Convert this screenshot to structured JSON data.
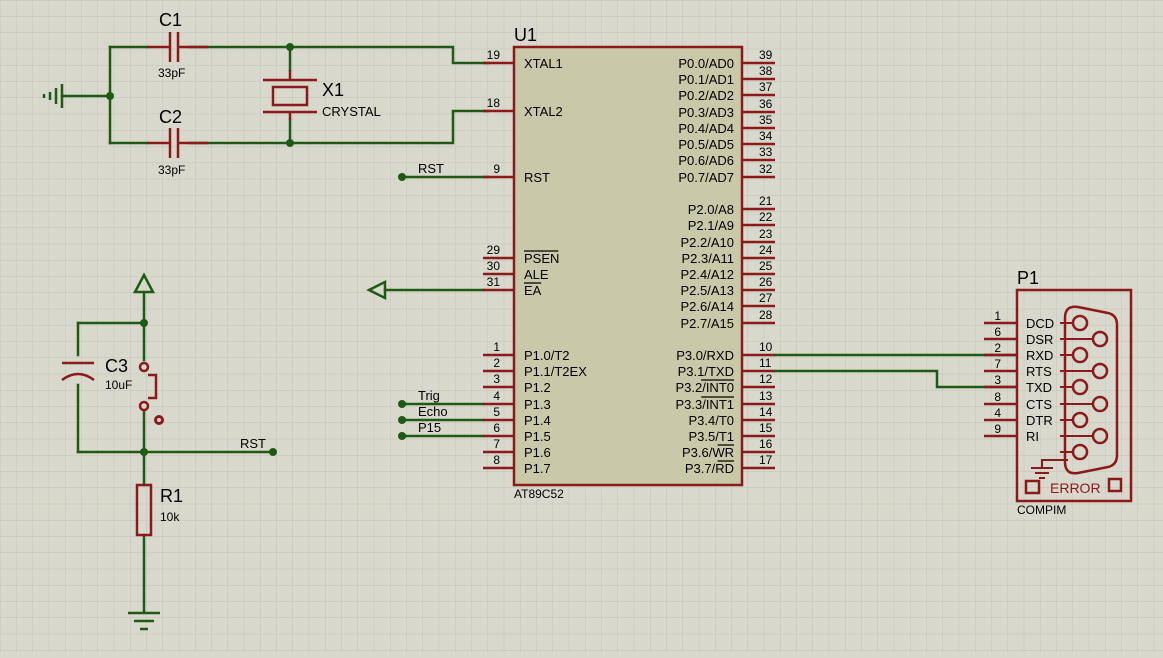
{
  "colors": {
    "background": "#d8d8cc",
    "grid": "#c4c4b6",
    "wire": "#1e5a16",
    "component": "#8b1a1a",
    "chip_fill": "#c9c9aa"
  },
  "c1": {
    "ref": "C1",
    "value": "33pF"
  },
  "c2": {
    "ref": "C2",
    "value": "33pF"
  },
  "x1": {
    "ref": "X1",
    "value": "CRYSTAL"
  },
  "u1": {
    "ref": "U1",
    "part": "AT89C52",
    "left_pins": [
      {
        "num": "19",
        "name": "XTAL1"
      },
      {
        "num": "18",
        "name": "XTAL2"
      },
      {
        "num": "9",
        "name": "RST"
      },
      {
        "num": "29",
        "name": "PSEN"
      },
      {
        "num": "30",
        "name": "ALE"
      },
      {
        "num": "31",
        "name": "EA"
      },
      {
        "num": "1",
        "name": "P1.0/T2"
      },
      {
        "num": "2",
        "name": "P1.1/T2EX"
      },
      {
        "num": "3",
        "name": "P1.2"
      },
      {
        "num": "4",
        "name": "P1.3"
      },
      {
        "num": "5",
        "name": "P1.4"
      },
      {
        "num": "6",
        "name": "P1.5"
      },
      {
        "num": "7",
        "name": "P1.6"
      },
      {
        "num": "8",
        "name": "P1.7"
      }
    ],
    "right_pins": [
      {
        "num": "39",
        "name": "P0.0/AD0"
      },
      {
        "num": "38",
        "name": "P0.1/AD1"
      },
      {
        "num": "37",
        "name": "P0.2/AD2"
      },
      {
        "num": "36",
        "name": "P0.3/AD3"
      },
      {
        "num": "35",
        "name": "P0.4/AD4"
      },
      {
        "num": "34",
        "name": "P0.5/AD5"
      },
      {
        "num": "33",
        "name": "P0.6/AD6"
      },
      {
        "num": "32",
        "name": "P0.7/AD7"
      },
      {
        "num": "21",
        "name": "P2.0/A8"
      },
      {
        "num": "22",
        "name": "P2.1/A9"
      },
      {
        "num": "23",
        "name": "P2.2/A10"
      },
      {
        "num": "24",
        "name": "P2.3/A11"
      },
      {
        "num": "25",
        "name": "P2.4/A12"
      },
      {
        "num": "26",
        "name": "P2.5/A13"
      },
      {
        "num": "27",
        "name": "P2.6/A14"
      },
      {
        "num": "28",
        "name": "P2.7/A15"
      },
      {
        "num": "10",
        "name": "P3.0/RXD"
      },
      {
        "num": "11",
        "name": "P3.1/TXD"
      },
      {
        "num": "12",
        "name": "P3.2/INT0"
      },
      {
        "num": "13",
        "name": "P3.3/INT1"
      },
      {
        "num": "14",
        "name": "P3.4/T0"
      },
      {
        "num": "15",
        "name": "P3.5/T1"
      },
      {
        "num": "16",
        "name": "P3.6/WR"
      },
      {
        "num": "17",
        "name": "P3.7/RD"
      }
    ]
  },
  "nets": {
    "rst_u1": "RST",
    "rst_reset": "RST",
    "trig": "Trig",
    "echo": "Echo",
    "p15": "P15"
  },
  "c3": {
    "ref": "C3",
    "value": "10uF"
  },
  "r1": {
    "ref": "R1",
    "value": "10k"
  },
  "p1": {
    "ref": "P1",
    "part": "COMPIM",
    "error": "ERROR",
    "pins": [
      {
        "num": "1",
        "name": "DCD"
      },
      {
        "num": "6",
        "name": "DSR"
      },
      {
        "num": "2",
        "name": "RXD"
      },
      {
        "num": "7",
        "name": "RTS"
      },
      {
        "num": "3",
        "name": "TXD"
      },
      {
        "num": "8",
        "name": "CTS"
      },
      {
        "num": "4",
        "name": "DTR"
      },
      {
        "num": "9",
        "name": "RI"
      }
    ]
  }
}
